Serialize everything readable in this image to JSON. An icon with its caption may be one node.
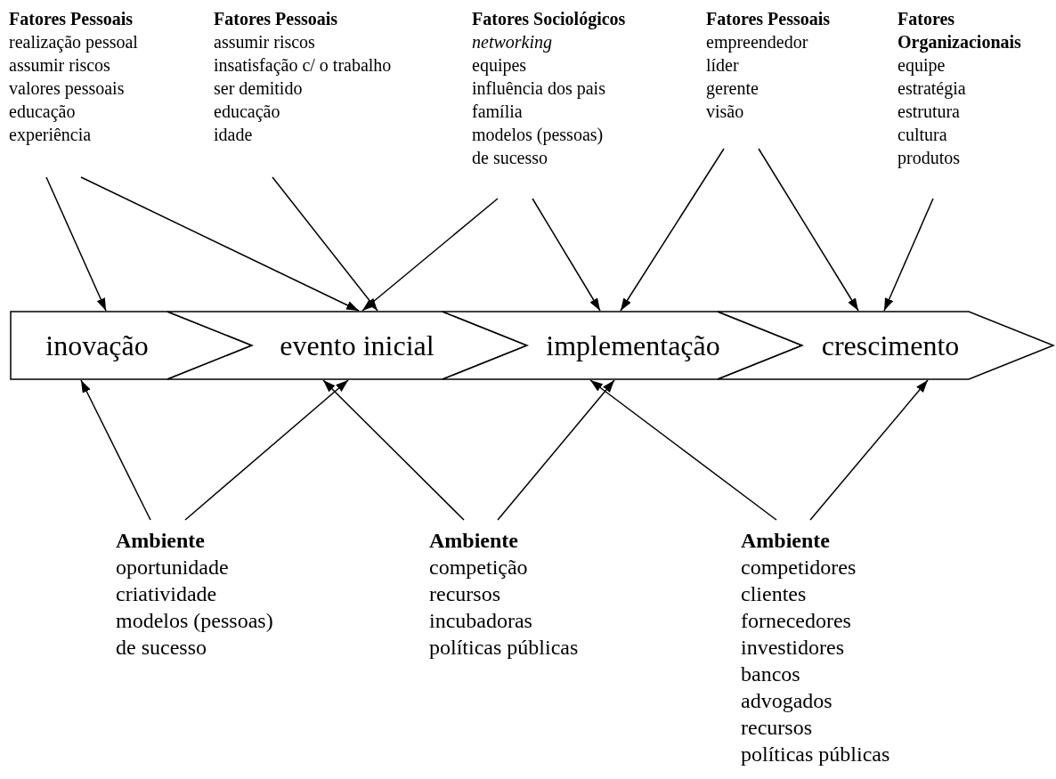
{
  "diagram": {
    "nodes": [
      {
        "text": [
          "Fatores Pessoais",
          "realização pessoal",
          "assumir riscos",
          "valores pessoais",
          "educação",
          "experiência"
        ]
      },
      {
        "text": [
          "Fatores Pessoais",
          "assumir riscos",
          "insatisfação c/ o trabalho",
          "ser demitido",
          "educação",
          "idade"
        ]
      },
      {
        "text": [
          "Fatores Sociológicos",
          "*networking*",
          "equipes",
          "influência dos pais",
          "família",
          "modelos (pessoas) de sucesso"
        ]
      },
      {
        "text": [
          "Fatores Pessoais",
          "empreendedor",
          "líder",
          "gerente",
          "visão"
        ]
      },
      {
        "text": [
          "Fatores Organizacionais",
          "equipe",
          "estratégia",
          "estrutura",
          "cultura",
          "produtos"
        ]
      },
      {
        "text": [
          "inovação"
        ]
      },
      {
        "text": [
          "evento inicial"
        ]
      },
      {
        "text": [
          "implementação"
        ]
      },
      {
        "text": [
          "crescimento"
        ]
      },
      {
        "text": [
          "Ambiente",
          "oportunidade",
          "criatividade",
          "modelos (pessoas) de sucesso"
        ]
      },
      {
        "text": [
          "Ambiente",
          "competição",
          "recursos",
          "incubadoras",
          "políticas públicas"
        ]
      },
      {
        "text": [
          "Ambiente",
          "competidores",
          "clientes",
          "fornecedores",
          "investidores",
          "bancos",
          "advogados",
          "recursos",
          "políticas públicas"
        ]
      }
    ],
    "edges": [
      {
        "from": 0,
        "to": 5,
        "arrow": "to"
      },
      {
        "from": 0,
        "to": 6,
        "arrow": "to"
      },
      {
        "from": 1,
        "to": 6,
        "arrow": "to"
      },
      {
        "from": 2,
        "to": 6,
        "arrow": "to"
      },
      {
        "from": 2,
        "to": 7,
        "arrow": "to"
      },
      {
        "from": 3,
        "to": 7,
        "arrow": "to"
      },
      {
        "from": 3,
        "to": 8,
        "arrow": "to"
      },
      {
        "from": 4,
        "to": 8,
        "arrow": "to"
      },
      {
        "from": 9,
        "to": 5,
        "arrow": "to"
      },
      {
        "from": 9,
        "to": 6,
        "arrow": "to"
      },
      {
        "from": 10,
        "to": 6,
        "arrow": "to"
      },
      {
        "from": 10,
        "to": 7,
        "arrow": "to"
      },
      {
        "from": 11,
        "to": 7,
        "arrow": "to"
      },
      {
        "from": 11,
        "to": 8,
        "arrow": "to"
      }
    ]
  }
}
